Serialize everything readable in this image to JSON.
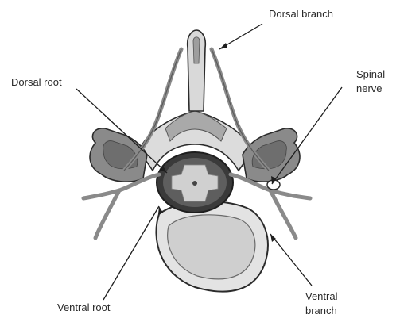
{
  "labels": {
    "dorsal_branch": "Dorsal branch",
    "dorsal_root": "Dorsal root",
    "spinal_nerve_line1": "Spinal",
    "spinal_nerve_line2": "nerve",
    "ventral_root": "Ventral root",
    "ventral_branch_line1": "Ventral",
    "ventral_branch_line2": "branch"
  },
  "colors": {
    "bone_light": "#e6e6e6",
    "bone_mid": "#bdbdbd",
    "bone_dark": "#7a7a7a",
    "cord_dark": "#3a3a3a",
    "cord_mid": "#5e5e5e",
    "outline": "#2b2b2b"
  }
}
